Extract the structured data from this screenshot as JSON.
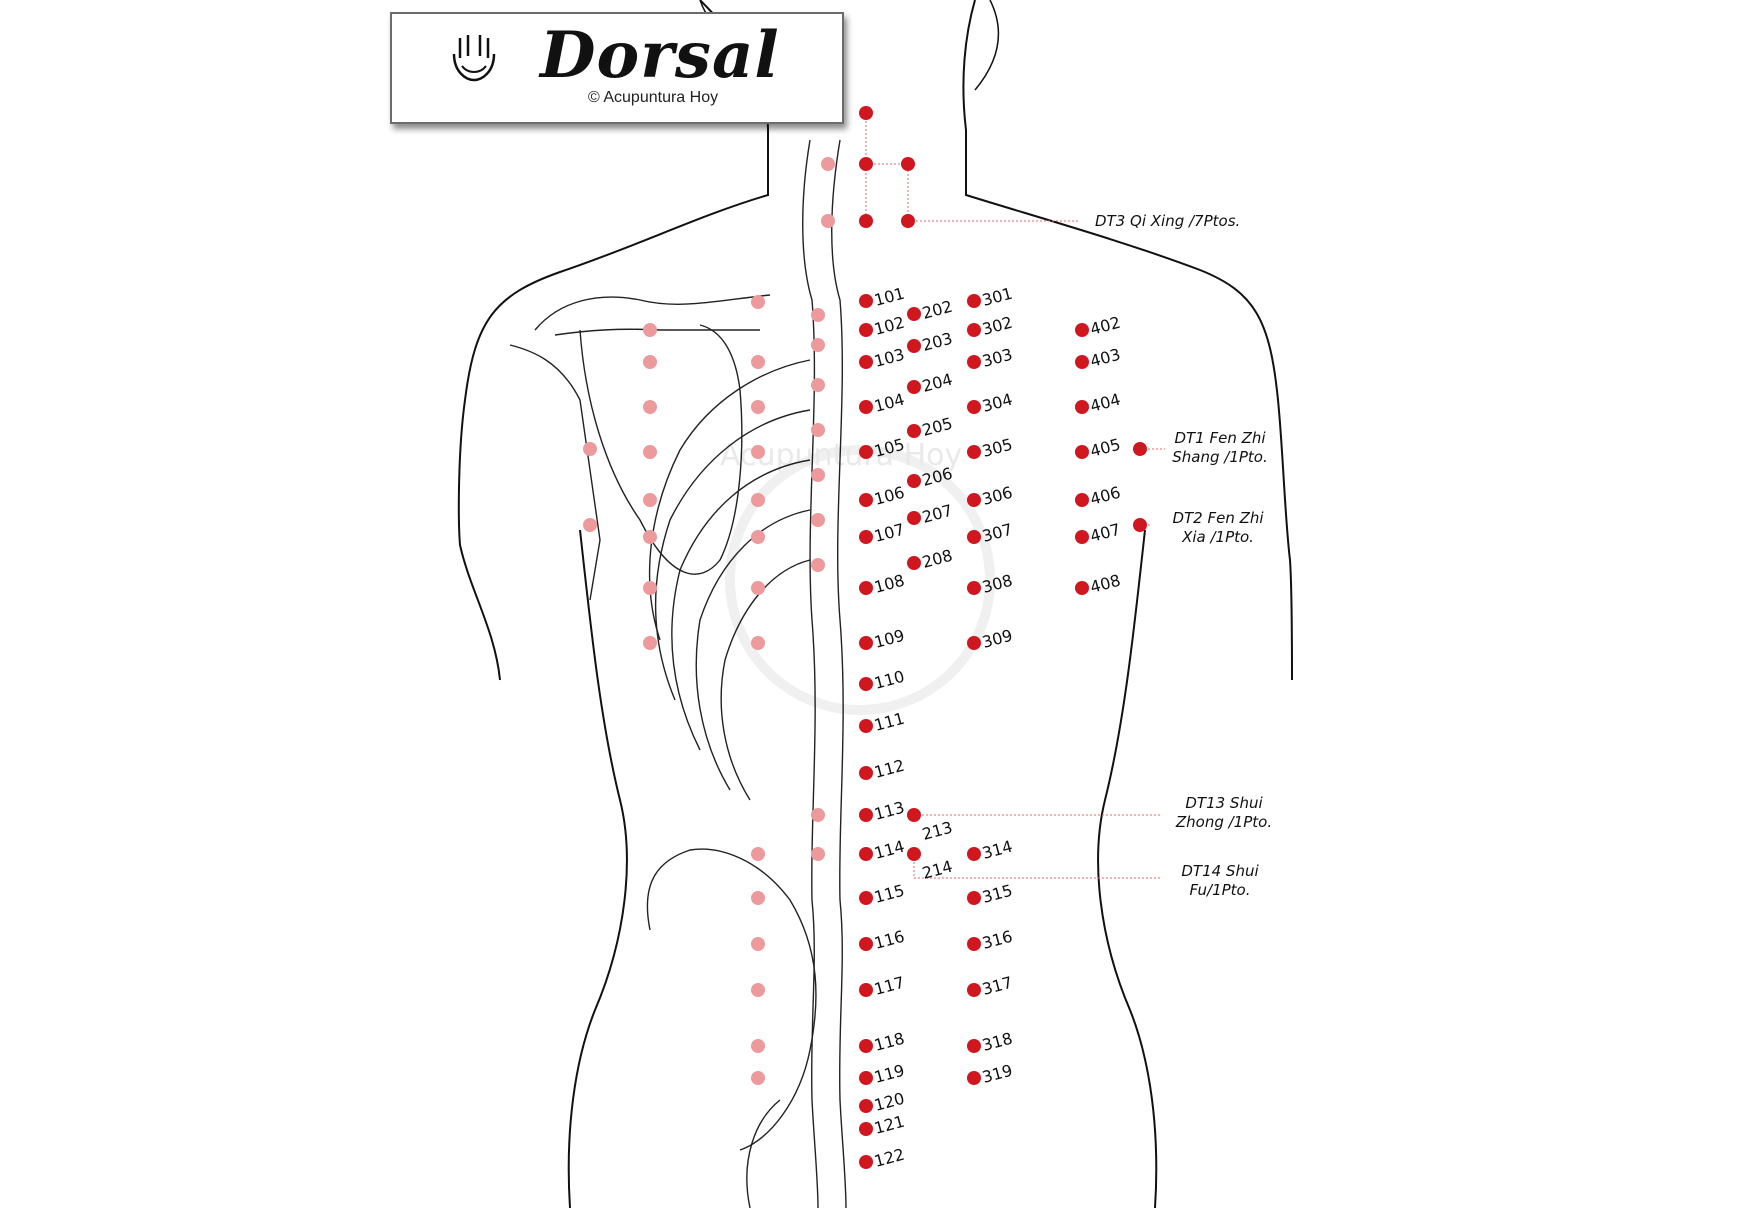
{
  "title": "Dorsal",
  "copyright": "© Acupuntura Hoy",
  "watermark": "Acupuntura Hoy",
  "colors": {
    "point": "#d0161e",
    "point_faint": "#ec9a9c",
    "leader": "#e06a6a",
    "outline": "#111111"
  },
  "points": [
    {
      "id": "101",
      "label": "101"
    },
    {
      "id": "102",
      "label": "102"
    },
    {
      "id": "103",
      "label": "103"
    },
    {
      "id": "104",
      "label": "104"
    },
    {
      "id": "105",
      "label": "105"
    },
    {
      "id": "106",
      "label": "106"
    },
    {
      "id": "107",
      "label": "107"
    },
    {
      "id": "108",
      "label": "108"
    },
    {
      "id": "109",
      "label": "109"
    },
    {
      "id": "110",
      "label": "110"
    },
    {
      "id": "111",
      "label": "111"
    },
    {
      "id": "112",
      "label": "112"
    },
    {
      "id": "113",
      "label": "113"
    },
    {
      "id": "114",
      "label": "114"
    },
    {
      "id": "115",
      "label": "115"
    },
    {
      "id": "116",
      "label": "116"
    },
    {
      "id": "117",
      "label": "117"
    },
    {
      "id": "118",
      "label": "118"
    },
    {
      "id": "119",
      "label": "119"
    },
    {
      "id": "120",
      "label": "120"
    },
    {
      "id": "121",
      "label": "121"
    },
    {
      "id": "122",
      "label": "122"
    },
    {
      "id": "202",
      "label": "202"
    },
    {
      "id": "203",
      "label": "203"
    },
    {
      "id": "204",
      "label": "204"
    },
    {
      "id": "205",
      "label": "205"
    },
    {
      "id": "206",
      "label": "206"
    },
    {
      "id": "207",
      "label": "207"
    },
    {
      "id": "208",
      "label": "208"
    },
    {
      "id": "213",
      "label": "213"
    },
    {
      "id": "214",
      "label": "214"
    },
    {
      "id": "301",
      "label": "301"
    },
    {
      "id": "302",
      "label": "302"
    },
    {
      "id": "303",
      "label": "303"
    },
    {
      "id": "304",
      "label": "304"
    },
    {
      "id": "305",
      "label": "305"
    },
    {
      "id": "306",
      "label": "306"
    },
    {
      "id": "307",
      "label": "307"
    },
    {
      "id": "308",
      "label": "308"
    },
    {
      "id": "309",
      "label": "309"
    },
    {
      "id": "314",
      "label": "314"
    },
    {
      "id": "315",
      "label": "315"
    },
    {
      "id": "316",
      "label": "316"
    },
    {
      "id": "317",
      "label": "317"
    },
    {
      "id": "318",
      "label": "318"
    },
    {
      "id": "319",
      "label": "319"
    },
    {
      "id": "402",
      "label": "402"
    },
    {
      "id": "403",
      "label": "403"
    },
    {
      "id": "404",
      "label": "404"
    },
    {
      "id": "405",
      "label": "405"
    },
    {
      "id": "406",
      "label": "406"
    },
    {
      "id": "407",
      "label": "407"
    },
    {
      "id": "408",
      "label": "408"
    }
  ],
  "annotations": [
    {
      "id": "dt3",
      "lines": [
        "DT3 Qi Xing /7Ptos."
      ]
    },
    {
      "id": "dt1",
      "lines": [
        "DT1 Fen Zhi",
        "Shang /1Pto."
      ]
    },
    {
      "id": "dt2",
      "lines": [
        "DT2 Fen Zhi",
        "Xia /1Pto."
      ]
    },
    {
      "id": "dt13",
      "lines": [
        "DT13 Shui",
        "Zhong /1Pto."
      ]
    },
    {
      "id": "dt14",
      "lines": [
        "DT14 Shui",
        "Fu/1Pto."
      ]
    }
  ]
}
